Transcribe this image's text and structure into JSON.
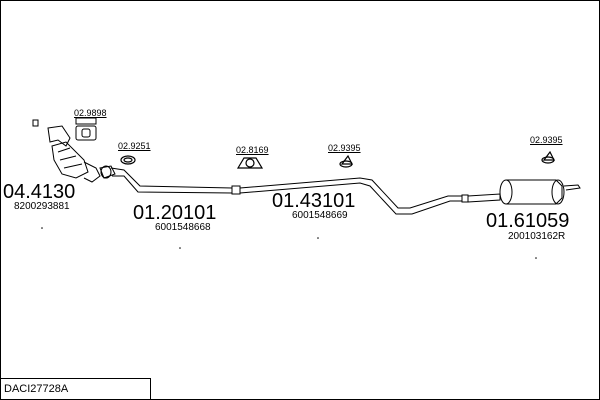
{
  "parts": [
    {
      "number": "04.4130",
      "ref": "8200293881"
    },
    {
      "number": "01.20101",
      "ref": "6001548668"
    },
    {
      "number": "01.43101",
      "ref": "6001548669"
    },
    {
      "number": "01.61059",
      "ref": "200103162R"
    }
  ],
  "fittings": [
    "02.9898",
    "02.9251",
    "02.8169",
    "02.9395",
    "02.9395"
  ],
  "kit_code": "DACI27728A",
  "colors": {
    "line": "#000000",
    "background": "#ffffff"
  }
}
